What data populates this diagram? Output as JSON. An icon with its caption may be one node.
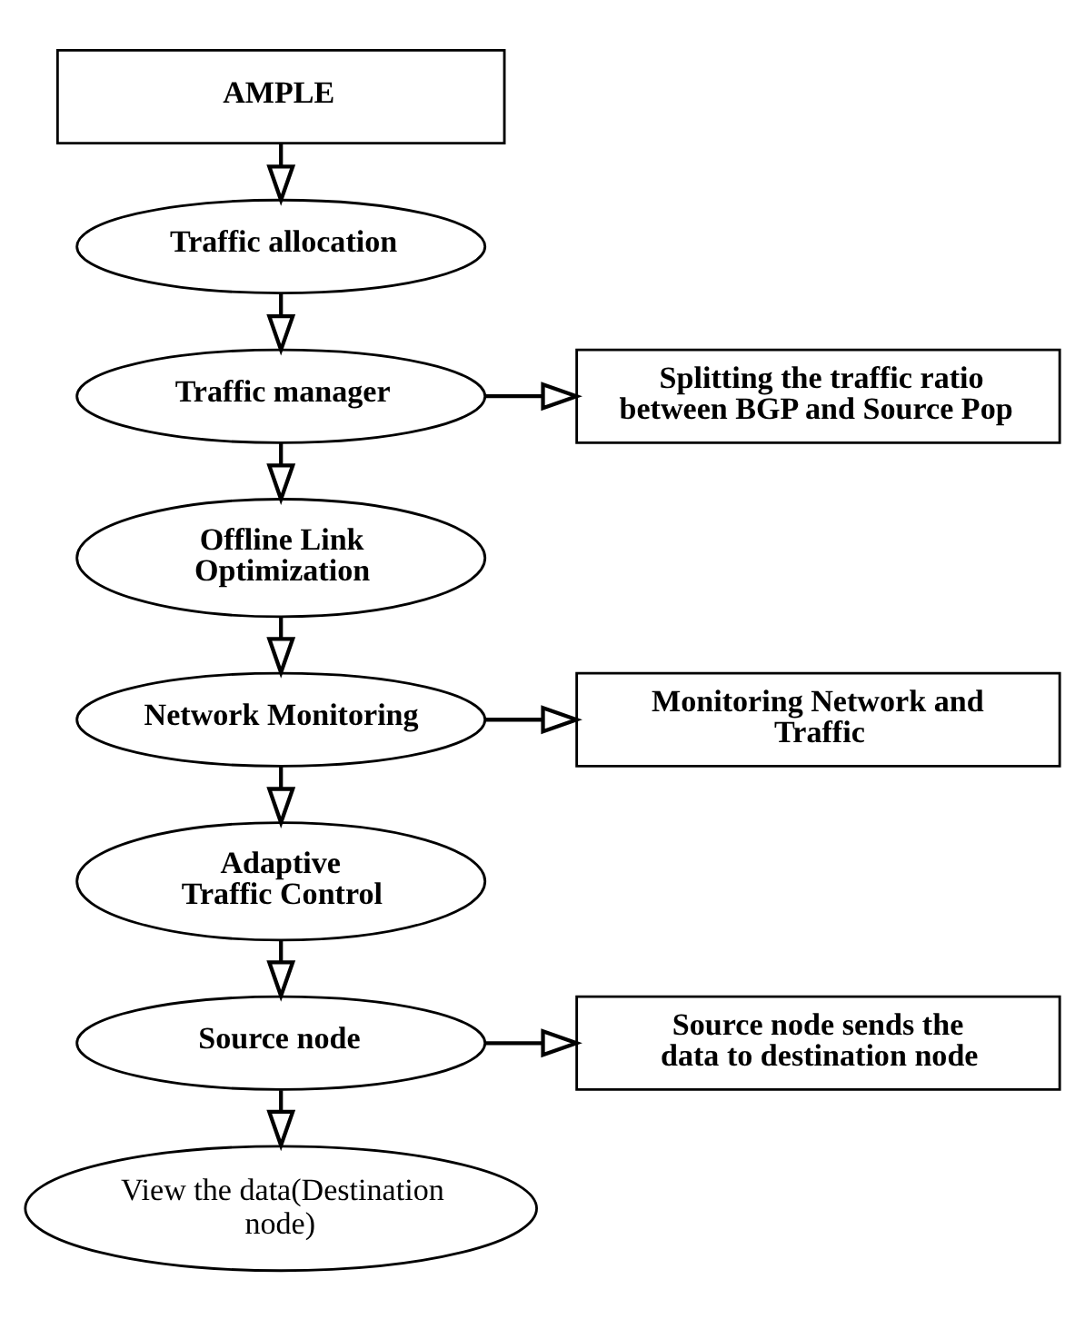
{
  "diagram": {
    "nodes": [
      {
        "text": [
          "AMPLE"
        ]
      },
      {
        "text": [
          "Traffic allocation"
        ]
      },
      {
        "text": [
          "Traffic manager"
        ]
      },
      {
        "text": [
          "Splitting the traffic ratio between BGP and Source Pop"
        ]
      },
      {
        "text": [
          "Offline Link Optimization"
        ]
      },
      {
        "text": [
          "Network Monitoring"
        ]
      },
      {
        "text": [
          "Monitoring Network and Traffic"
        ]
      },
      {
        "text": [
          "Adaptive Traffic Control"
        ]
      },
      {
        "text": [
          "Source node"
        ]
      },
      {
        "text": [
          "Source node sends the data to destination node"
        ]
      },
      {
        "text": [
          "View the data(Destination node)"
        ]
      }
    ],
    "edges": [
      {
        "from": 0,
        "to": 1,
        "arrow": "to"
      },
      {
        "from": 1,
        "to": 2,
        "arrow": "to"
      },
      {
        "from": 2,
        "to": 3,
        "arrow": "to"
      },
      {
        "from": 2,
        "to": 4,
        "arrow": "to"
      },
      {
        "from": 4,
        "to": 5,
        "arrow": "to"
      },
      {
        "from": 5,
        "to": 6,
        "arrow": "to"
      },
      {
        "from": 5,
        "to": 7,
        "arrow": "to"
      },
      {
        "from": 7,
        "to": 8,
        "arrow": "to"
      },
      {
        "from": 8,
        "to": 9,
        "arrow": "to"
      },
      {
        "from": 8,
        "to": 10,
        "arrow": "to"
      }
    ]
  }
}
